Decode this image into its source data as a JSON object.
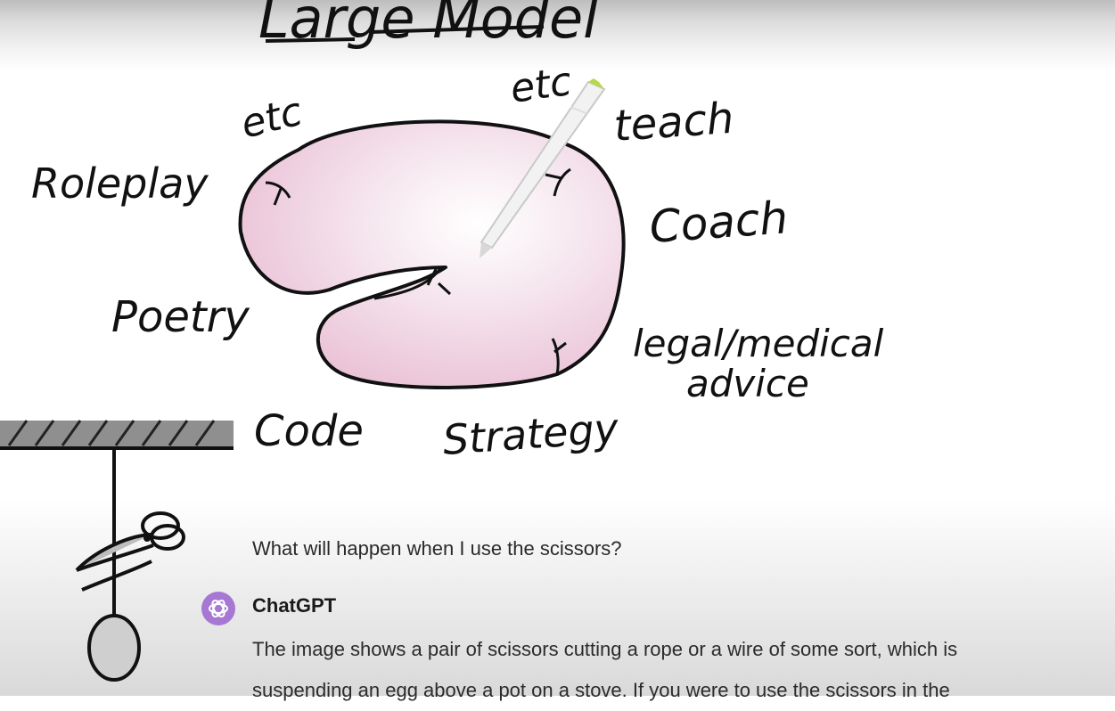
{
  "whiteboard": {
    "title": "Large Model",
    "labels": {
      "etc_left": "etc",
      "etc_top": "etc",
      "teach": "teach",
      "roleplay": "Roleplay",
      "coach": "Coach",
      "poetry": "Poetry",
      "legal_line1": "legal/medical",
      "legal_line2": "advice",
      "code": "Code",
      "strategy": "Strategy"
    },
    "colors": {
      "blob_fill": "#ecc6d8",
      "ink": "#111111",
      "stylus_tip": "#b7d84a"
    },
    "icons": [
      "stylus-icon",
      "scissors-icon",
      "egg-icon"
    ]
  },
  "chat": {
    "user_message": "What will happen when I use the scissors?",
    "assistant_name": "ChatGPT",
    "assistant_avatar_color": "#a678d4",
    "assistant_lines": [
      "The image shows a pair of scissors cutting a rope or a wire of some sort, which is",
      "suspending an egg above a pot on a stove. If you were to use the scissors in the"
    ]
  }
}
